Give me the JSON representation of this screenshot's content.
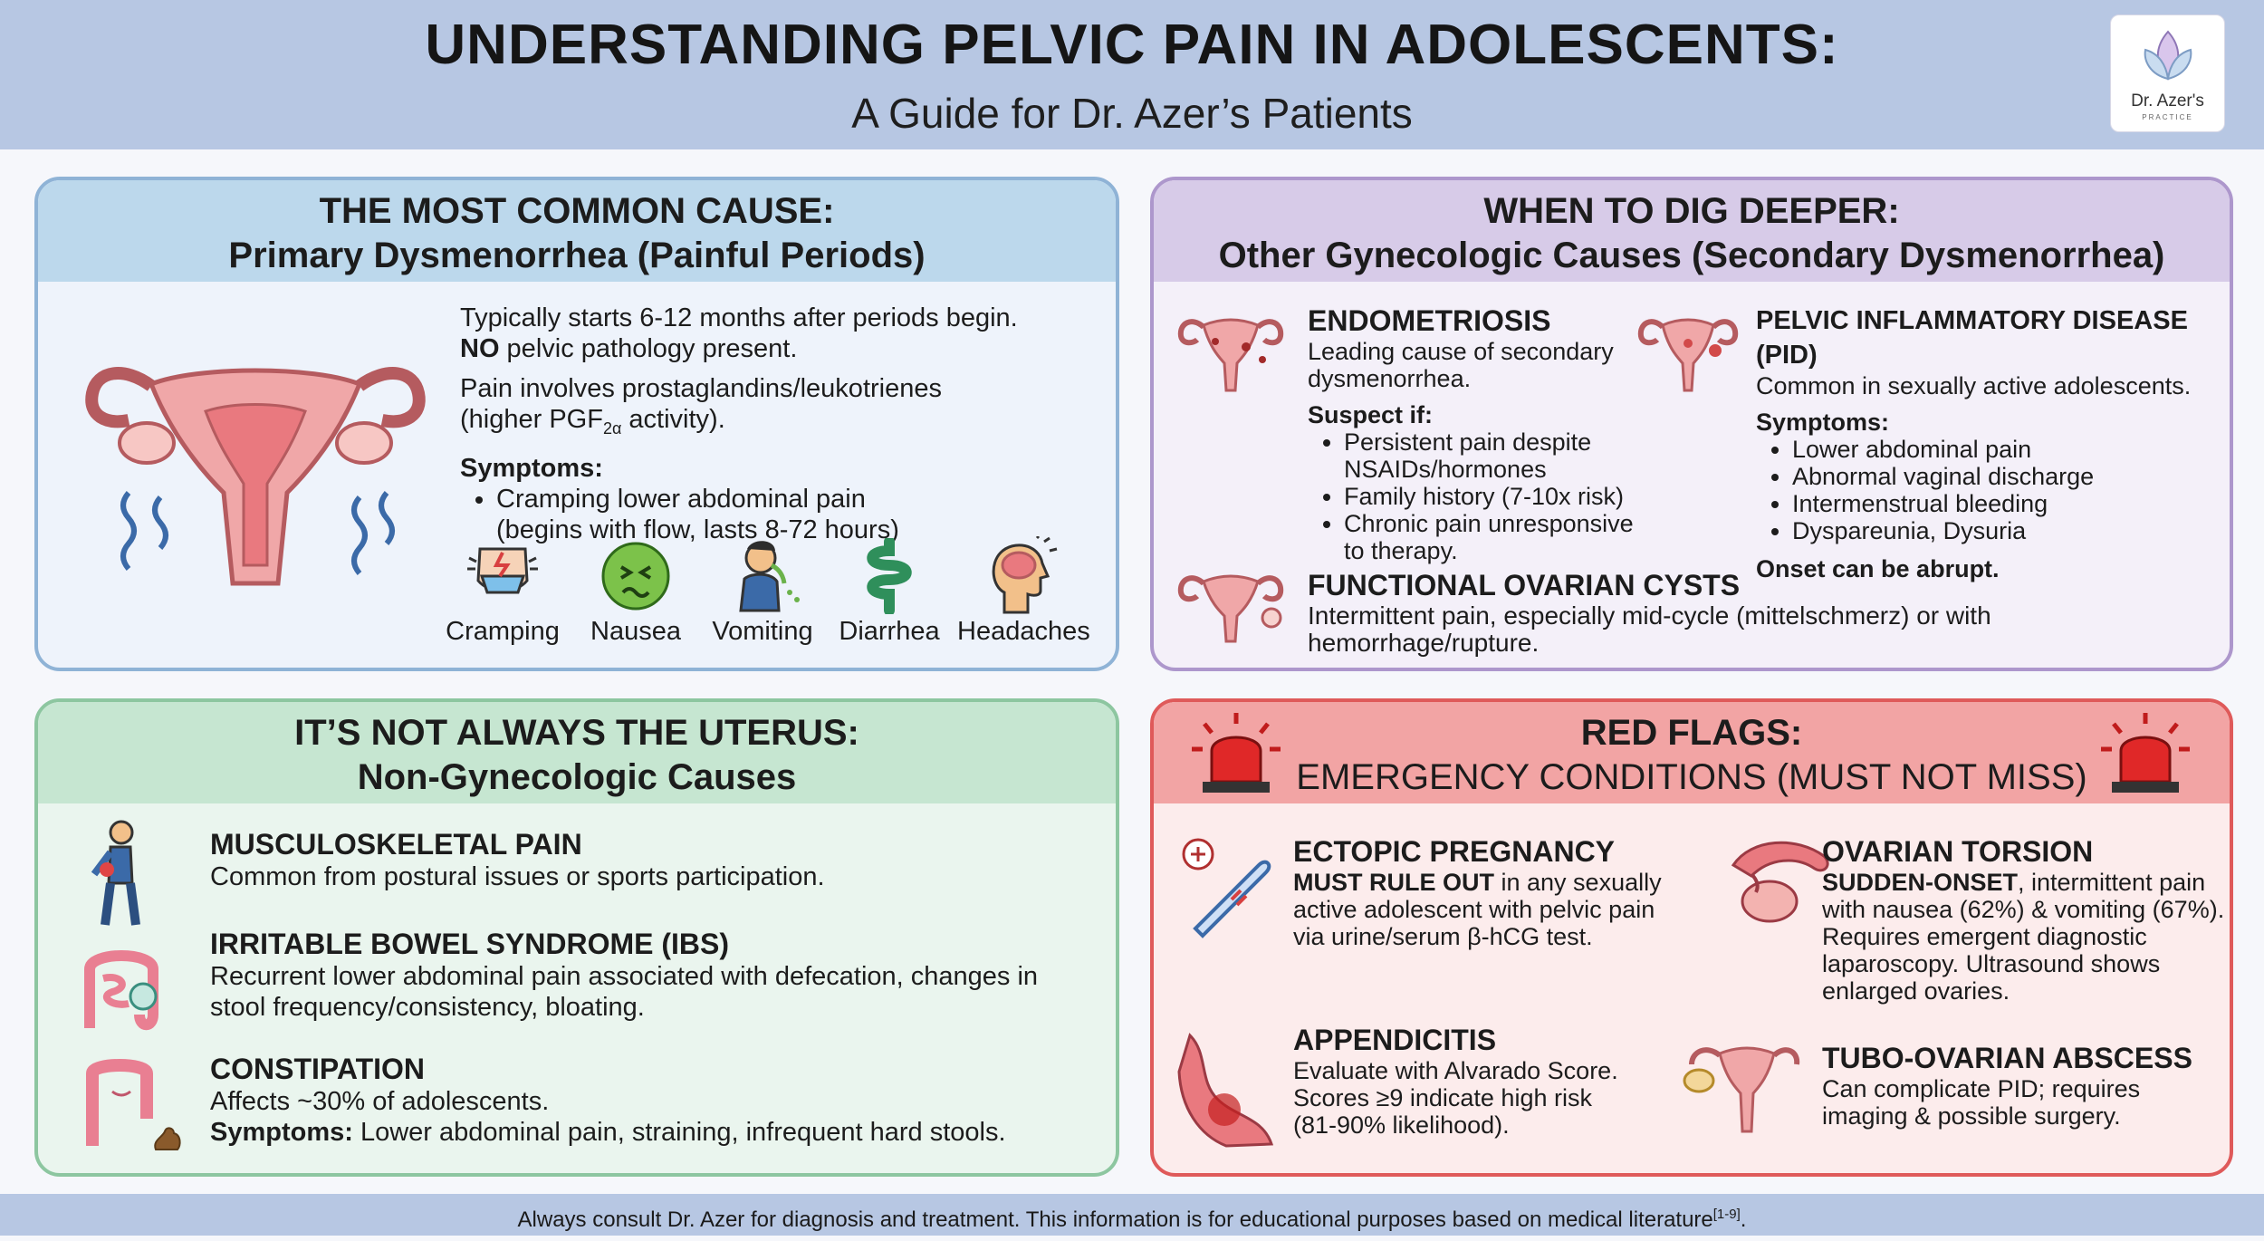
{
  "header": {
    "title": "UNDERSTANDING PELVIC PAIN IN ADOLESCENTS:",
    "subtitle": "A Guide for Dr. Azer’s Patients",
    "logo_name": "Dr. Azer's",
    "logo_sub": "PRACTICE"
  },
  "primary": {
    "title1": "THE MOST COMMON CAUSE:",
    "title2": "Primary Dysmenorrhea (Painful Periods)",
    "line1": "Typically starts 6-12 months after periods begin.",
    "line2_bold": "NO",
    "line2_rest": " pelvic pathology present.",
    "line3": "Pain involves prostaglandins/leukotrienes",
    "line4_a": "(higher PGF",
    "line4_sub": "2α",
    "line4_b": " activity).",
    "symptoms_label": "Symptoms:",
    "symptom1": "Cramping lower abdominal pain",
    "symptom1b": "(begins with flow, lasts 8-72 hours)",
    "icons": [
      "Cramping",
      "Nausea",
      "Vomiting",
      "Diarrhea",
      "Headaches"
    ]
  },
  "secondary": {
    "title1": "WHEN TO DIG DEEPER:",
    "title2": "Other Gynecologic Causes (Secondary Dysmenorrhea)",
    "endo": {
      "heading": "ENDOMETRIOSIS",
      "desc1": "Leading cause of secondary",
      "desc2": "dysmenorrhea.",
      "suspect_label": "Suspect if:",
      "items": [
        "Persistent pain despite",
        "NSAIDs/hormones",
        "Family history (7-10x risk)",
        "Chronic pain unresponsive",
        "to therapy."
      ]
    },
    "pid": {
      "heading": "PELVIC INFLAMMATORY DISEASE (PID)",
      "desc": "Common in sexually active adolescents.",
      "symptoms_label": "Symptoms:",
      "items": [
        "Lower abdominal pain",
        "Abnormal vaginal discharge",
        "Intermenstrual bleeding",
        "Dyspareunia, Dysuria"
      ],
      "note": "Onset can be abrupt."
    },
    "cysts": {
      "heading": "FUNCTIONAL OVARIAN CYSTS",
      "desc": "Intermittent pain, especially mid-cycle (mittelschmerz) or with hemorrhage/rupture."
    }
  },
  "nongyn": {
    "title1": "IT’S NOT ALWAYS THE UTERUS:",
    "title2": "Non-Gynecologic Causes",
    "msk": {
      "heading": "MUSCULOSKELETAL PAIN",
      "desc": "Common from postural issues or sports participation."
    },
    "ibs": {
      "heading": "IRRITABLE BOWEL SYNDROME (IBS)",
      "desc1": "Recurrent lower abdominal pain associated with defecation, changes in",
      "desc2": "stool frequency/consistency, bloating."
    },
    "constipation": {
      "heading": "CONSTIPATION",
      "desc": "Affects ~30% of adolescents.",
      "symptoms_label": "Symptoms:",
      "symptoms": " Lower abdominal pain, straining, infrequent hard stools."
    }
  },
  "redflags": {
    "title1": "RED FLAGS:",
    "title2": "EMERGENCY CONDITIONS (MUST NOT MISS)",
    "ectopic": {
      "heading": "ECTOPIC PREGNANCY",
      "bold": "MUST RULE OUT",
      "l1": " in any sexually",
      "l2": "active adolescent with pelvic pain",
      "l3": "via urine/serum β-hCG test."
    },
    "torsion": {
      "heading": "OVARIAN TORSION",
      "bold": "SUDDEN-ONSET",
      "l1": ", intermittent pain",
      "l2": "with nausea (62%) & vomiting (67%).",
      "l3": "Requires emergent diagnostic",
      "l4": "laparoscopy. Ultrasound shows",
      "l5": "enlarged ovaries."
    },
    "append": {
      "heading": "APPENDICITIS",
      "l1": "Evaluate with Alvarado Score.",
      "l2": "Scores ≥9 indicate high risk",
      "l3": "(81-90% likelihood)."
    },
    "toa": {
      "heading": "TUBO-OVARIAN ABSCESS",
      "l1": "Can complicate PID; requires",
      "l2": "imaging & possible surgery."
    }
  },
  "footer": {
    "text": "Always consult Dr. Azer for diagnosis and treatment. This information is for educational purposes based on medical literature",
    "sup": "[1-9]",
    "end": "."
  },
  "colors": {
    "header_bg": "#b7c7e3",
    "blue_panel": "#bcd8ec",
    "purple_panel": "#d7cbe8",
    "green_panel": "#c6e6d1",
    "red_panel": "#f2a4a4"
  }
}
